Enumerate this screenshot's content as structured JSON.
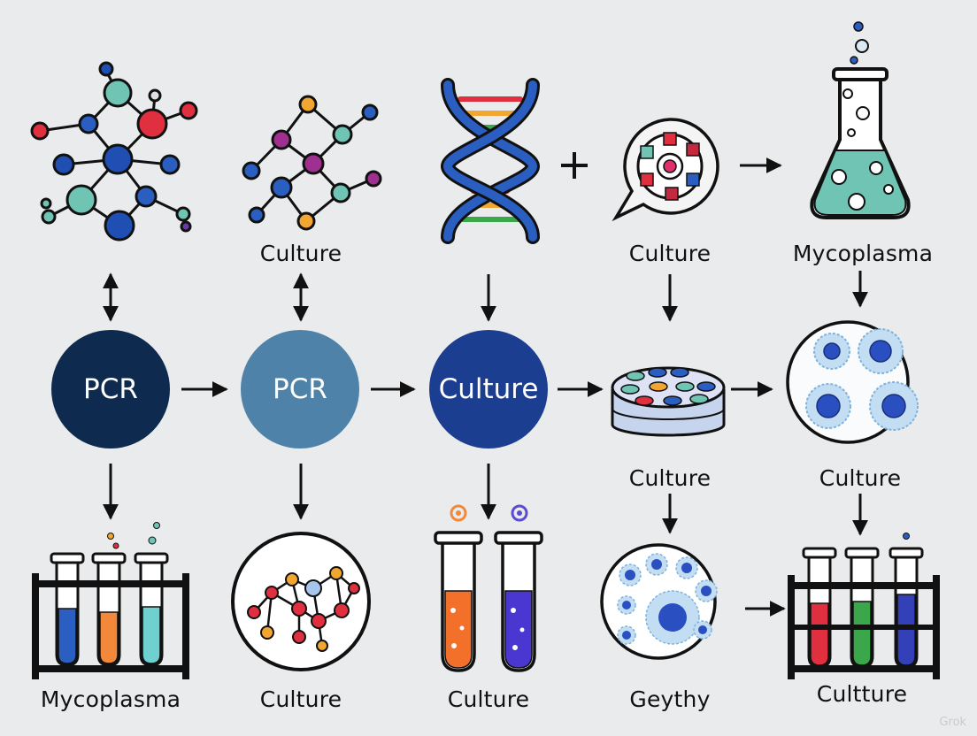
{
  "colors": {
    "background": "#e9ebec",
    "node_pcr_1": "#0f2a4f",
    "node_pcr_2": "#4e82a8",
    "node_culture": "#1b3e91",
    "stroke": "#111111"
  },
  "nodes": {
    "pcr_1": "PCR",
    "pcr_2": "PCR",
    "culture": "Culture"
  },
  "labels": {
    "molecule_2": "Culture",
    "cell_target": "Culture",
    "flask": "Mycoplasma",
    "petri_dish": "Culture",
    "cells_circle": "Culture",
    "tube_rack_left": "Mycoplasma",
    "network_circle": "Culture",
    "test_tubes": "Culture",
    "cell_cluster": "Geythy",
    "tube_rack_right": "Cultture"
  },
  "watermark": "Grok",
  "icons": [
    "molecule-icon",
    "network-molecule-icon",
    "dna-icon",
    "plus-icon",
    "cell-target-icon",
    "flask-icon",
    "petri-dish-icon",
    "cells-circle-icon",
    "test-tube-rack-icon",
    "network-circle-icon",
    "test-tubes-icon",
    "cell-cluster-icon"
  ]
}
